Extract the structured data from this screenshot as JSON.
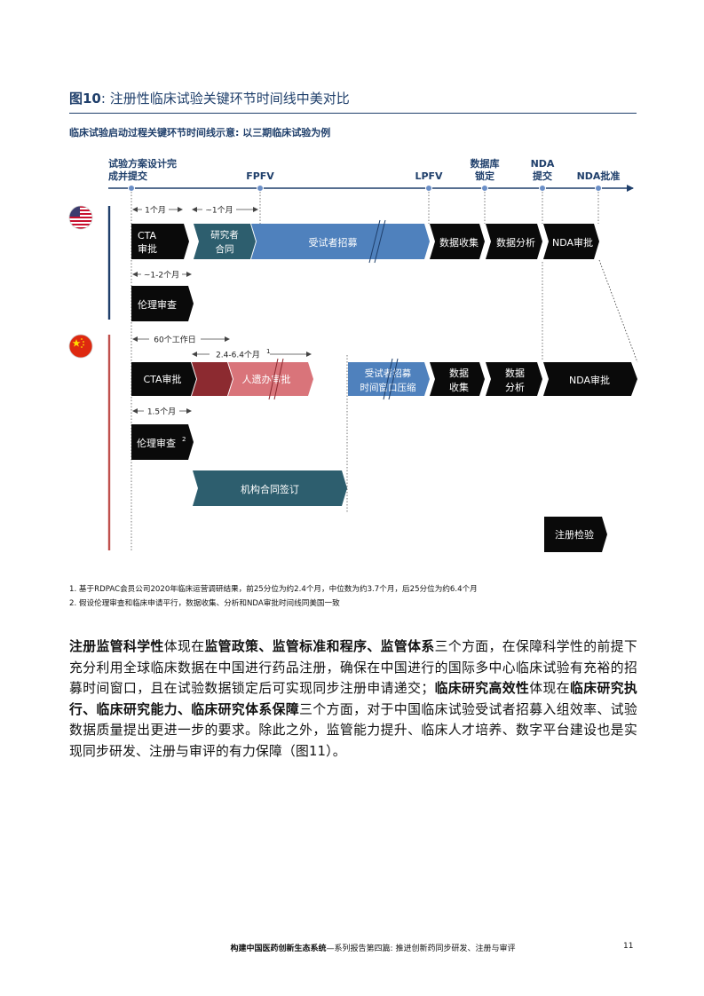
{
  "figure": {
    "number": "图10",
    "caption": ": 注册性临床试验关键环节时间线中美对比",
    "subtitle": "临床试验启动过程关键环节时间线示意: 以三期临床试验为例"
  },
  "timeline": {
    "milestones": {
      "protocol_line1": "试验方案设计完",
      "protocol_line2": "成并提交",
      "fpfv": "FPFV",
      "lpfv": "LPFV",
      "dbl_line1": "数据库",
      "dbl_line2": "锁定",
      "nda_submit_line1": "NDA",
      "nda_submit_line2": "提交",
      "nda_approval": "NDA批准"
    }
  },
  "us": {
    "flag": "us-flag-icon",
    "dim_cta": "1个月",
    "dim_contract": "~1个月",
    "cta_line1": "CTA",
    "cta_line2": "审批",
    "contract_line1": "研究者",
    "contract_line2": "合同",
    "recruit": "受试者招募",
    "data_collect": "数据收集",
    "data_analysis": "数据分析",
    "nda_review": "NDA审批",
    "dim_ethics": "~1-2个月",
    "ethics": "伦理审查"
  },
  "cn": {
    "flag": "cn-flag-icon",
    "dim_cta": "60个工作日",
    "dim_genetic": "2.4-6.4个月",
    "dim_genetic_sup": "1",
    "cta": "CTA审批",
    "genetic": "人遗办审批",
    "recruit_line1": "受试者招募",
    "recruit_line2": "时间窗口压缩",
    "collect_line1": "数据",
    "collect_line2": "收集",
    "analysis_line1": "数据",
    "analysis_line2": "分析",
    "nda_review": "NDA审批",
    "dim_ethics": "1.5个月",
    "ethics": "伦理审查",
    "ethics_sup": "2",
    "institution_contract": "机构合同签订",
    "registration_inspection": "注册检验"
  },
  "colors": {
    "navy": "#1f3f6b",
    "black": "#0a0a0a",
    "blue": "#4f81bd",
    "teal": "#2d5e6e",
    "red_dark": "#8c2a30",
    "red_light": "#d9747a",
    "us_bar": "#1f3f6b",
    "cn_bar": "#c0504d"
  },
  "notes": {
    "n1": "1. 基于RDPAC会员公司2020年临床运营调研结果，前25分位为约2.4个月，中位数为约3.7个月，后25分位为约6.4个月",
    "n2": "2. 假设伦理审查和临床申请平行，数据收集、分析和NDA审批时间线同美国一致"
  },
  "body": {
    "s1": "注册监管科学性",
    "s2": "体现在",
    "s3": "监管政策、监管标准和程序、监管体系",
    "s4": "三个方面，在保障科学性的前提下充分利用全球临床数据在中国进行药品注册，确保在中国进行的国际多中心临床试验有充裕的招募时间窗口，且在试验数据锁定后可实现同步注册申请递交；",
    "s5": "临床研究高效性",
    "s6": "体现在",
    "s7": "临床研究执行、临床研究能力、临床研究体系保障",
    "s8": "三个方面，对于中国临床试验受试者招募入组效率、试验数据质量提出更进一步的要求。除此之外，监管能力提升、临床人才培养、数字平台建设也是实现同步研发、注册与审评的有力保障（图11）。"
  },
  "footer": {
    "title_bold": "构建中国医药创新生态系统",
    "title_rest": "—系列报告第四篇: 推进创新药同步研发、注册与审评",
    "page": "11"
  }
}
